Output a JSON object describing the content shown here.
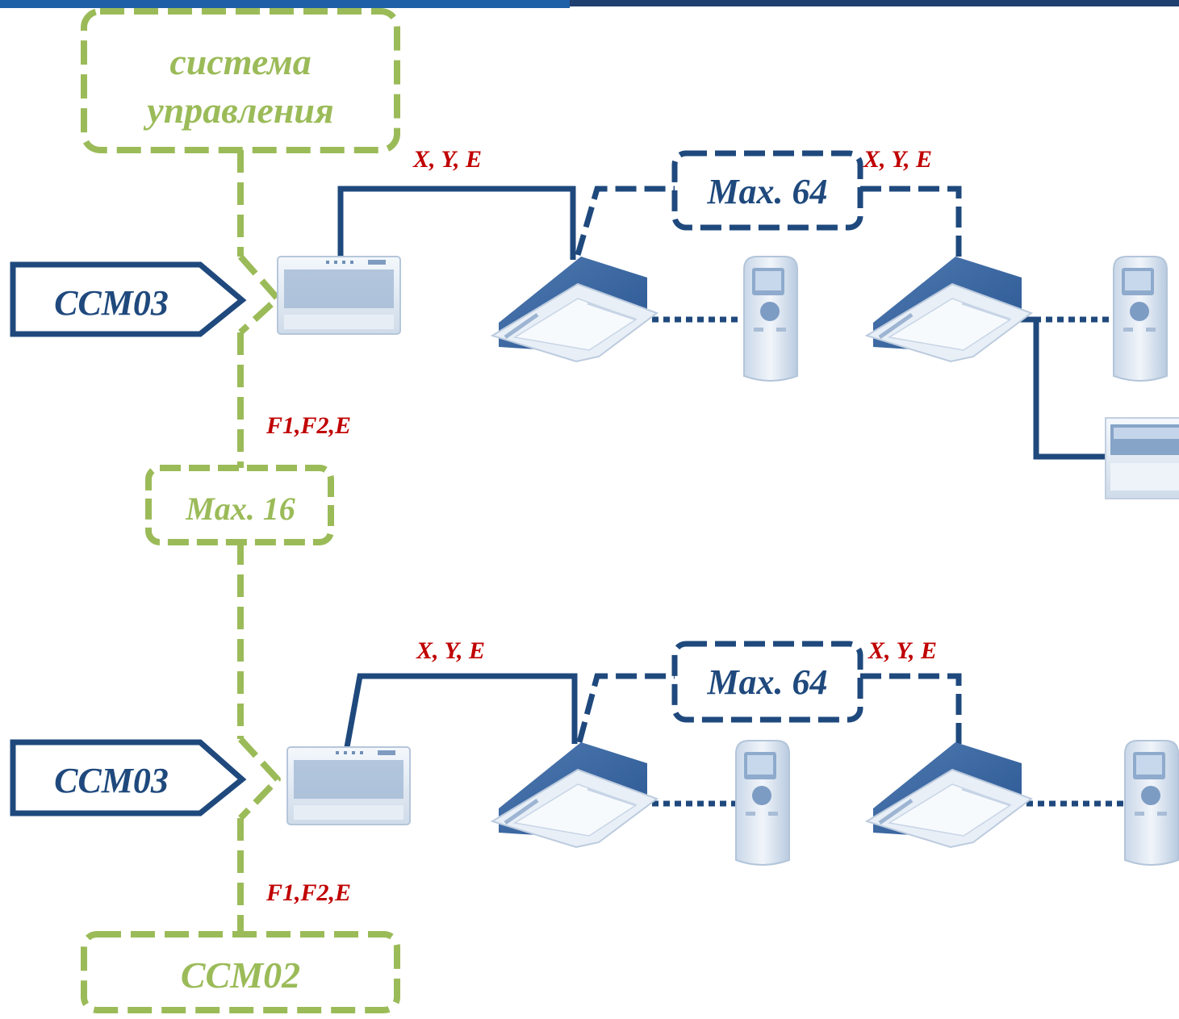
{
  "colors": {
    "bus_green": "#9bbb59",
    "link_blue": "#1f497d",
    "wire_label_red": "#c00000",
    "top_bar": "#1f5fa8"
  },
  "labels": {
    "control_system_line1": "система",
    "control_system_line2": "управления",
    "max16": "Max. 16",
    "ccm02": "CCM02",
    "f1f2e": "F1,F2,E",
    "ccm03": "CCM03",
    "xye": "X, Y, E",
    "max64": "Max. 64"
  },
  "icons": [
    "central-controller-icon",
    "cassette-indoor-unit-icon",
    "remote-controller-icon",
    "wired-controller-icon"
  ]
}
